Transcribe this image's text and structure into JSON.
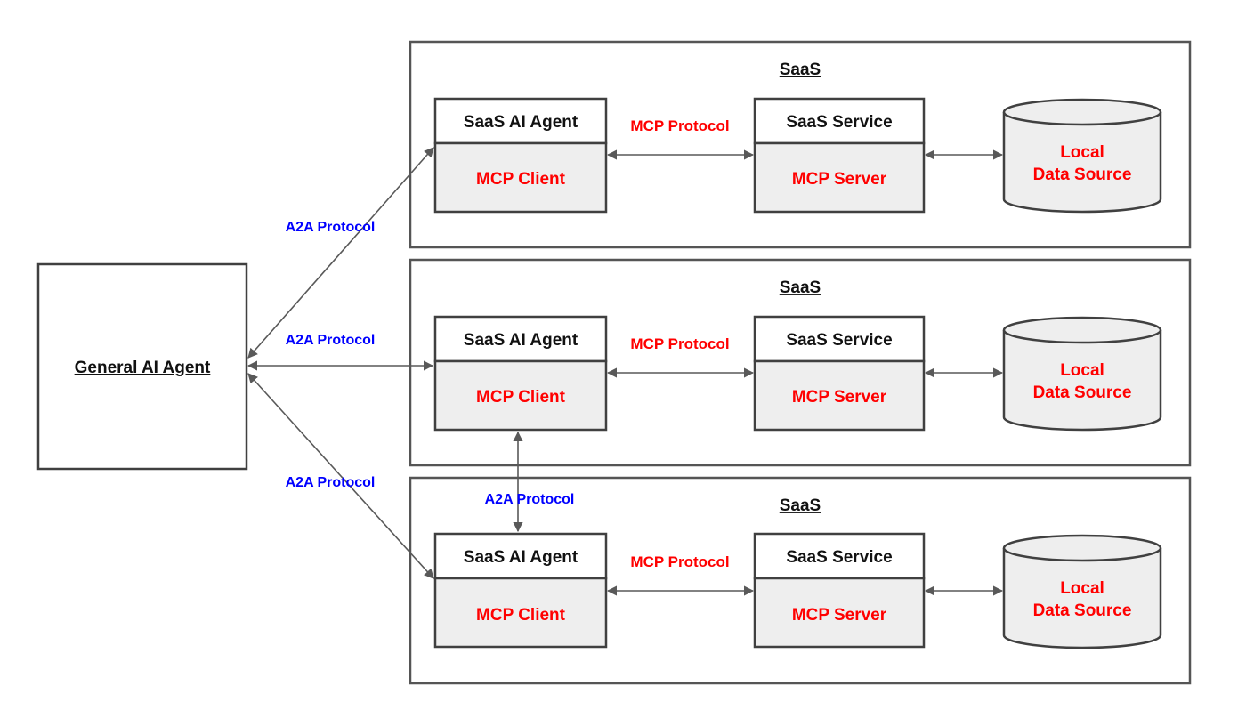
{
  "general_agent": {
    "label": "General AI Agent"
  },
  "saas_groups": [
    {
      "title": "SaaS",
      "agent": {
        "header": "SaaS AI Agent",
        "body": "MCP Client"
      },
      "link_label": "MCP Protocol",
      "service": {
        "header": "SaaS Service",
        "body": "MCP Server"
      },
      "datasource": {
        "line1": "Local",
        "line2": "Data Source"
      }
    },
    {
      "title": "SaaS",
      "agent": {
        "header": "SaaS AI Agent",
        "body": "MCP Client"
      },
      "link_label": "MCP Protocol",
      "service": {
        "header": "SaaS Service",
        "body": "MCP Server"
      },
      "datasource": {
        "line1": "Local",
        "line2": "Data Source"
      }
    },
    {
      "title": "SaaS",
      "agent": {
        "header": "SaaS AI Agent",
        "body": "MCP Client"
      },
      "link_label": "MCP Protocol",
      "service": {
        "header": "SaaS Service",
        "body": "MCP Server"
      },
      "datasource": {
        "line1": "Local",
        "line2": "Data Source"
      }
    }
  ],
  "a2a_labels": {
    "to_top": "A2A Protocol",
    "to_middle": "A2A Protocol",
    "to_bottom": "A2A Protocol",
    "between_agents": "A2A Protocol"
  },
  "colors": {
    "mcp_text": "#ff0000",
    "a2a_text": "#0000ff",
    "box_fill": "#eeeeee",
    "stroke": "#404040"
  }
}
